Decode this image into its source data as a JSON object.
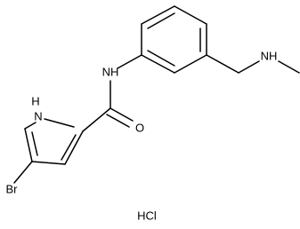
{
  "structure": {
    "atom_labels": {
      "pyrrole_nh": "H",
      "pyrrole_n": "N",
      "amide_nh": "NH",
      "carbonyl_o": "O",
      "amine_nh": "NH",
      "bromine": "Br"
    },
    "salt": "HCl"
  },
  "colors": {
    "bond": "#000000",
    "label": "#000000",
    "background": "#ffffff"
  }
}
